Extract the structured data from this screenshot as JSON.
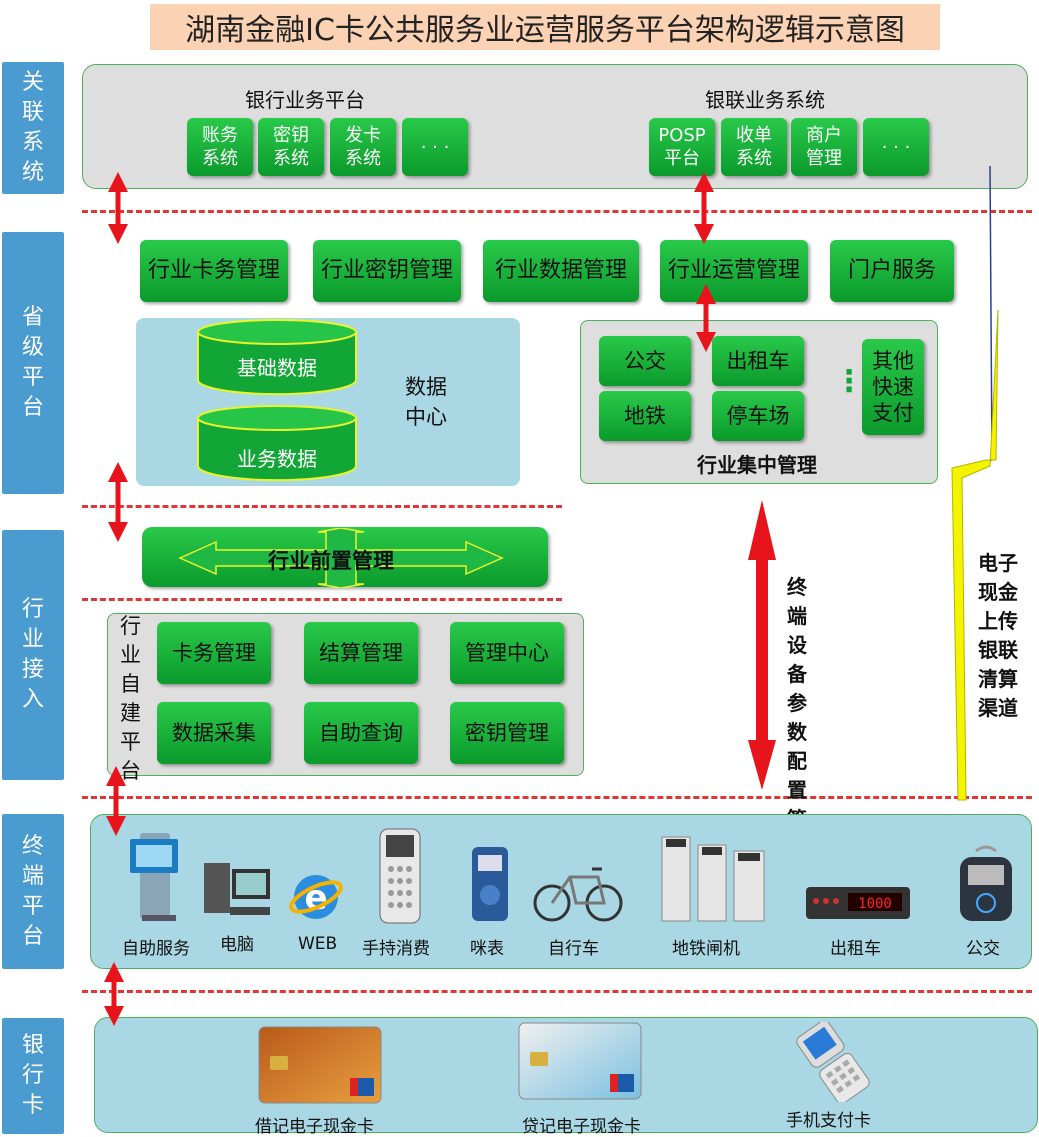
{
  "title": "湖南金融IC卡公共服务业运营服务平台架构逻辑示意图",
  "layers": {
    "related": "关联系统",
    "province": "省级平台",
    "access": "行业接入",
    "terminal": "终端平台",
    "bankcard": "银行卡"
  },
  "related": {
    "bank_platform": "银行业务平台",
    "bank_items": [
      "账务\n系统",
      "密钥\n系统",
      "发卡\n系统",
      "· · ·"
    ],
    "unionpay": "银联业务系统",
    "unionpay_items": [
      "POSP\n平台",
      "收单\n系统",
      "商户\n管理",
      "· · ·"
    ]
  },
  "province": {
    "modules": [
      "行业卡务管理",
      "行业密钥管理",
      "行业数据管理",
      "行业运营管理",
      "门户服务"
    ],
    "db1": "基础数据",
    "db2": "业务数据",
    "data_center": "数据\n中心",
    "industry_items": [
      "公交",
      "出租车",
      "地铁",
      "停车场",
      "其他\n快速\n支付"
    ],
    "industry_dots": "⋮",
    "industry_title": "行业集中管理"
  },
  "access": {
    "front": "行业前置管理",
    "self_platform": "行业自建平台",
    "items": [
      "卡务管理",
      "结算管理",
      "管理中心",
      "数据采集",
      "自助查询",
      "密钥管理"
    ]
  },
  "side_labels": {
    "terminal_param": "终端设备参数配置管理",
    "cash_upload": "电子现金上传银联清算渠道"
  },
  "terminals": [
    "自助服务",
    "电脑",
    "WEB",
    "手持消费",
    "咪表",
    "自行车",
    "地铁闸机",
    "出租车",
    "公交"
  ],
  "cards": [
    "借记电子现金卡",
    "贷记电子现金卡",
    "手机支付卡"
  ],
  "colors": {
    "green": "#0b9a2c",
    "label_blue": "#4a9bd0",
    "arrow_red": "#e8141b",
    "bolt_yellow": "#f4f400",
    "title_bg": "#fbd2b4"
  }
}
